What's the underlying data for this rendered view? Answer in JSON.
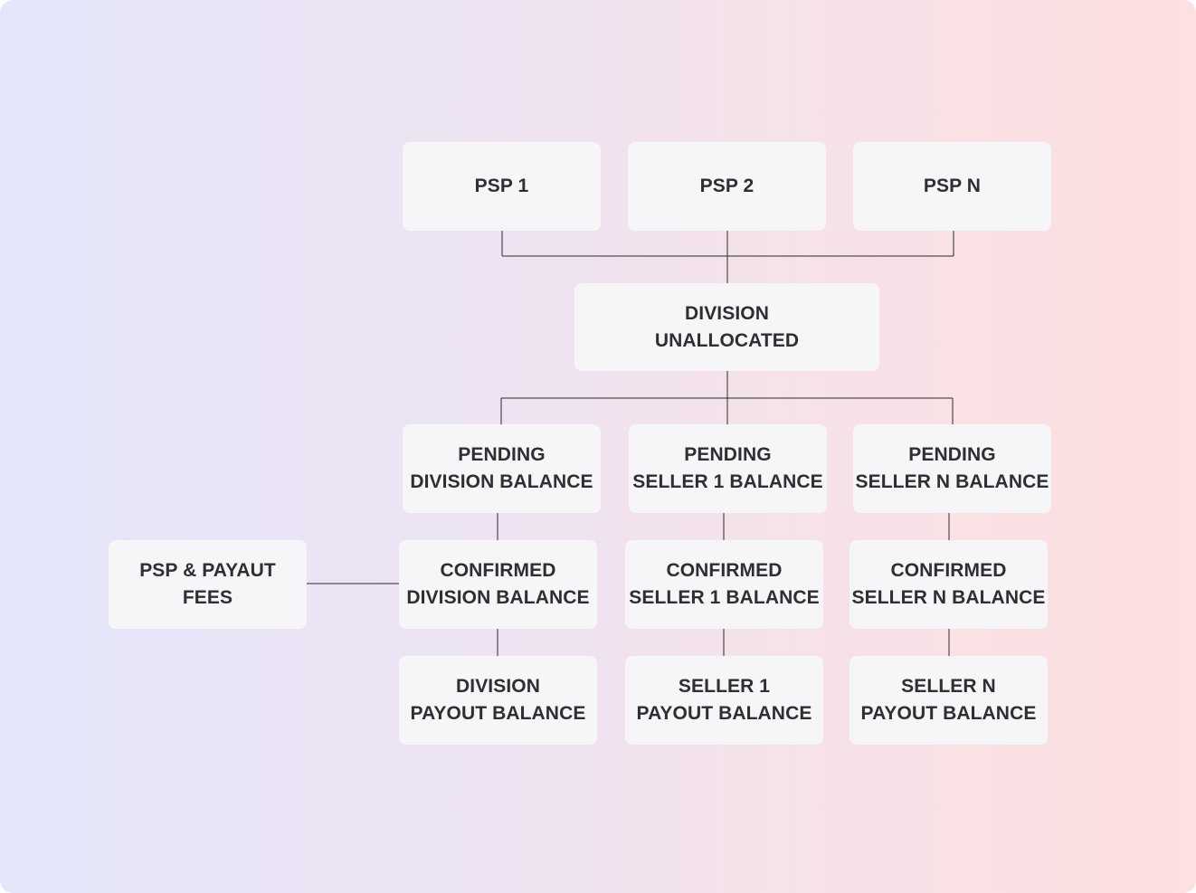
{
  "diagram": {
    "nodes": {
      "psp1": {
        "lines": [
          "PSP 1"
        ]
      },
      "psp2": {
        "lines": [
          "PSP 2"
        ]
      },
      "pspn": {
        "lines": [
          "PSP N"
        ]
      },
      "division_unallocated": {
        "lines": [
          "DIVISION",
          "UNALLOCATED"
        ]
      },
      "pending_division": {
        "lines": [
          "PENDING",
          "DIVISION BALANCE"
        ]
      },
      "pending_seller1": {
        "lines": [
          "PENDING",
          "SELLER 1 BALANCE"
        ]
      },
      "pending_sellern": {
        "lines": [
          "PENDING",
          "SELLER N BALANCE"
        ]
      },
      "psp_payaut_fees": {
        "lines": [
          "PSP & PAYAUT",
          "FEES"
        ]
      },
      "confirmed_division": {
        "lines": [
          "CONFIRMED",
          "DIVISION BALANCE"
        ]
      },
      "confirmed_seller1": {
        "lines": [
          "CONFIRMED",
          "SELLER 1 BALANCE"
        ]
      },
      "confirmed_sellern": {
        "lines": [
          "CONFIRMED",
          "SELLER N BALANCE"
        ]
      },
      "division_payout": {
        "lines": [
          "DIVISION",
          "PAYOUT BALANCE"
        ]
      },
      "seller1_payout": {
        "lines": [
          "SELLER 1",
          "PAYOUT BALANCE"
        ]
      },
      "sellern_payout": {
        "lines": [
          "SELLER N",
          "PAYOUT BALANCE"
        ]
      }
    },
    "edges": [
      [
        "psp1",
        "division_unallocated"
      ],
      [
        "psp2",
        "division_unallocated"
      ],
      [
        "pspn",
        "division_unallocated"
      ],
      [
        "division_unallocated",
        "pending_division"
      ],
      [
        "division_unallocated",
        "pending_seller1"
      ],
      [
        "division_unallocated",
        "pending_sellern"
      ],
      [
        "pending_division",
        "confirmed_division"
      ],
      [
        "pending_seller1",
        "confirmed_seller1"
      ],
      [
        "pending_sellern",
        "confirmed_sellern"
      ],
      [
        "psp_payaut_fees",
        "confirmed_division"
      ],
      [
        "confirmed_division",
        "division_payout"
      ],
      [
        "confirmed_seller1",
        "seller1_payout"
      ],
      [
        "confirmed_sellern",
        "sellern_payout"
      ]
    ]
  }
}
